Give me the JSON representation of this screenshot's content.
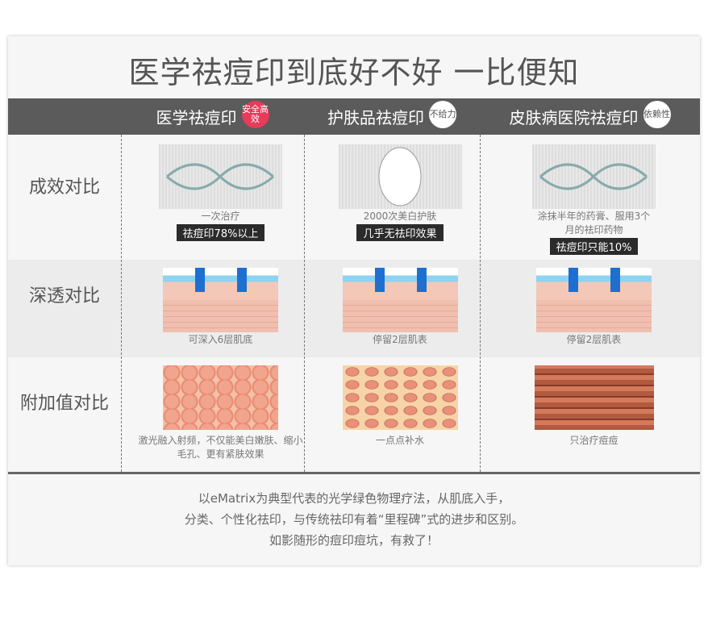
{
  "title": "医学祛痘印到底好不好 一比便知",
  "columns": [
    {
      "label": "医学祛痘印",
      "badge": "安全高效",
      "badge_color": "#e63b5a"
    },
    {
      "label": "护肤品祛痘印",
      "badge": "不给力",
      "badge_color": "#ffffff"
    },
    {
      "label": "皮肤病医院祛痘印",
      "badge": "依赖性",
      "badge_color": "#ffffff"
    }
  ],
  "rows": [
    {
      "label": "成效对比",
      "cells": [
        {
          "text": "一次治疗",
          "tag": "祛痘印78%以上"
        },
        {
          "text": "2000次美白护肤",
          "tag": "几乎无祛印效果"
        },
        {
          "text": "涂抹半年的药膏、服用3个月的祛印药物",
          "tag": "祛痘印只能10%"
        }
      ]
    },
    {
      "label": "深透对比",
      "cells": [
        {
          "text": "可深入6层肌底"
        },
        {
          "text": "停留2层肌表"
        },
        {
          "text": "停留2层肌表"
        }
      ]
    },
    {
      "label": "附加值对比",
      "cells": [
        {
          "text": "激光融入射频，不仅能美白嫩肤、缩小毛孔、更有紧肤效果"
        },
        {
          "text": "一点点补水"
        },
        {
          "text": "只治疗痘痘"
        }
      ]
    }
  ],
  "footer": [
    "以eMatrix为典型代表的光学绿色物理疗法，从肌底入手，",
    "分类、个性化祛印，与传统祛印有着“里程碑”式的进步和区别。",
    "如影随形的痘印痘坑，有救了！"
  ]
}
